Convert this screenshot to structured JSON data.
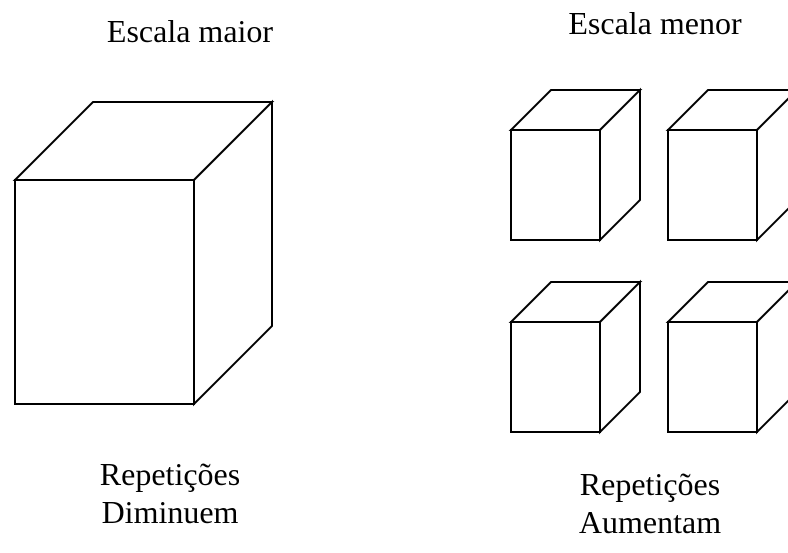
{
  "left": {
    "title": "Escala maior",
    "caption_line1": "Repetições",
    "caption_line2": "Diminuem"
  },
  "right": {
    "title": "Escala menor",
    "caption_line1": "Repetições",
    "caption_line2": "Aumentam"
  }
}
